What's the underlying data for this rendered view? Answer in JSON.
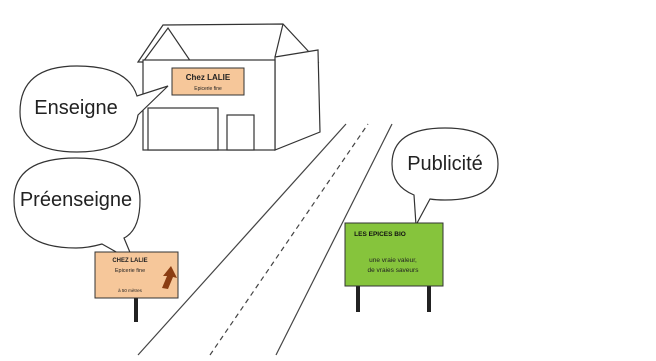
{
  "callouts": {
    "enseigne": "Enseigne",
    "preenseigne": "Préenseigne",
    "publicite": "Publicité"
  },
  "shop_sign": {
    "name": "Chez LALIE",
    "subtitle": "Epicerie fine"
  },
  "pre_sign": {
    "name": "CHEZ LALIE",
    "subtitle": "Epicerie fine",
    "distance": "à 50 mètres"
  },
  "billboard": {
    "title": "LES EPICES BIO",
    "line1": "une vraie valeur,",
    "line2": "de vraies saveurs"
  },
  "colors": {
    "sign_orange": "#f6c79a",
    "billboard_green": "#86c43c",
    "arrow_brown": "#8b3d12",
    "line": "#333333"
  }
}
